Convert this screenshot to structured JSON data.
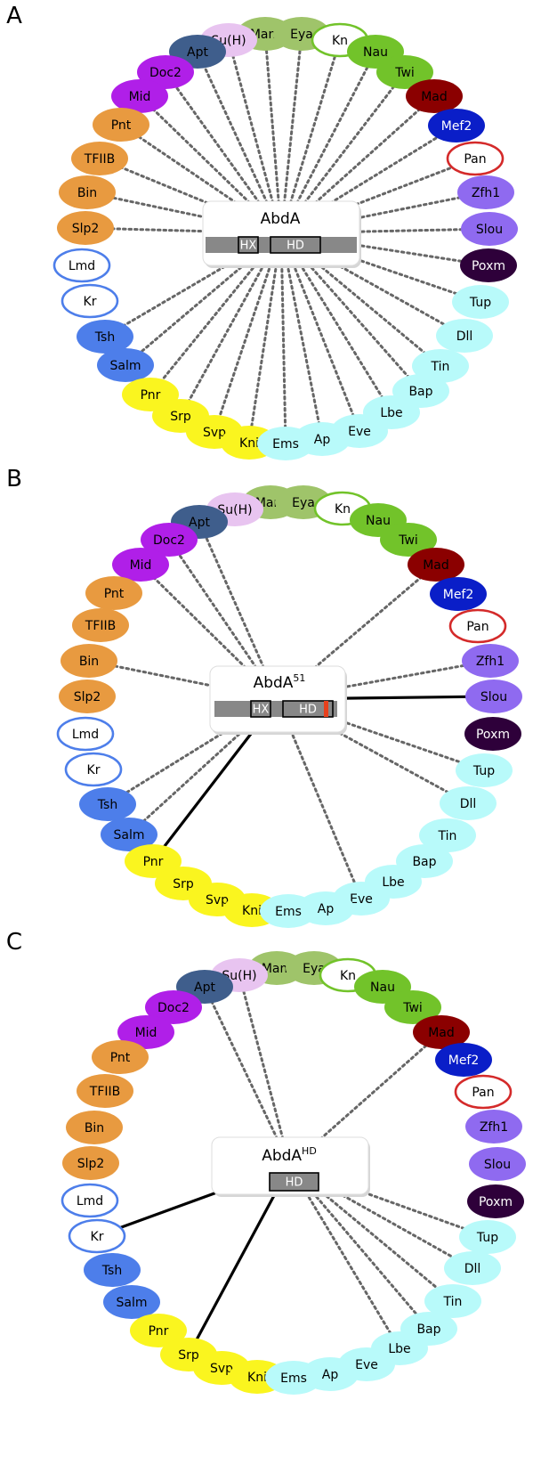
{
  "colors": {
    "orange": "#E89A40",
    "purple": "#B01FE8",
    "steel": "#3F5E8C",
    "pink": "#E8C4F0",
    "green_light": "#9FC46A",
    "green": "#72C32A",
    "dark_red": "#8B0000",
    "navy": "#0A1EC8",
    "lavender": "#8F6AF0",
    "dark_purple": "#2E003A",
    "cyan": "#B8FAFA",
    "yellow": "#FAF51F",
    "blue": "#4D7EEA",
    "outline_blue": "#4D7EEA",
    "outline_red": "#D42A2A",
    "outline_green": "#72C32A",
    "dotted": "#666666",
    "solid": "#000000",
    "domain_bar": "#888888",
    "mutation": "#E8401C"
  },
  "nodes": [
    {
      "id": "Pnt",
      "label": "Pnt",
      "color": "orange"
    },
    {
      "id": "TFIIB",
      "label": "TFIIB",
      "color": "orange"
    },
    {
      "id": "Bin",
      "label": "Bin",
      "color": "orange"
    },
    {
      "id": "Slp2",
      "label": "Slp2",
      "color": "orange"
    },
    {
      "id": "Lmd",
      "label": "Lmd",
      "color": "outline_blue",
      "outline": true
    },
    {
      "id": "Kr",
      "label": "Kr",
      "color": "outline_blue",
      "outline": true
    },
    {
      "id": "Tsh",
      "label": "Tsh",
      "color": "blue"
    },
    {
      "id": "Salm",
      "label": "Salm",
      "color": "blue"
    },
    {
      "id": "Pnr",
      "label": "Pnr",
      "color": "yellow"
    },
    {
      "id": "Srp",
      "label": "Srp",
      "color": "yellow"
    },
    {
      "id": "Svp",
      "label": "Svp",
      "color": "yellow"
    },
    {
      "id": "Kni",
      "label": "Kni",
      "color": "yellow"
    },
    {
      "id": "Ems",
      "label": "Ems",
      "color": "cyan"
    },
    {
      "id": "Ap",
      "label": "Ap",
      "color": "cyan"
    },
    {
      "id": "Eve",
      "label": "Eve",
      "color": "cyan"
    },
    {
      "id": "Lbe",
      "label": "Lbe",
      "color": "cyan"
    },
    {
      "id": "Bap",
      "label": "Bap",
      "color": "cyan"
    },
    {
      "id": "Tin",
      "label": "Tin",
      "color": "cyan"
    },
    {
      "id": "Dll",
      "label": "Dll",
      "color": "cyan"
    },
    {
      "id": "Tup",
      "label": "Tup",
      "color": "cyan"
    },
    {
      "id": "Poxm",
      "label": "Poxm",
      "color": "dark_purple",
      "light_text": true
    },
    {
      "id": "Slou",
      "label": "Slou",
      "color": "lavender"
    },
    {
      "id": "Zfh1",
      "label": "Zfh1",
      "color": "lavender"
    },
    {
      "id": "Pan",
      "label": "Pan",
      "color": "outline_red",
      "outline": true
    },
    {
      "id": "Mef2",
      "label": "Mef2",
      "color": "navy",
      "light_text": true
    },
    {
      "id": "Mad",
      "label": "Mad",
      "color": "dark_red"
    },
    {
      "id": "Twi",
      "label": "Twi",
      "color": "green"
    },
    {
      "id": "Nau",
      "label": "Nau",
      "color": "green"
    },
    {
      "id": "Kn",
      "label": "Kn",
      "color": "outline_green",
      "outline": true
    },
    {
      "id": "Eya",
      "label": "Eya",
      "color": "green_light"
    },
    {
      "id": "Mam",
      "label": "Mam",
      "color": "green_light"
    },
    {
      "id": "SuH",
      "label": "Su(H)",
      "color": "pink"
    },
    {
      "id": "Apt",
      "label": "Apt",
      "color": "steel"
    },
    {
      "id": "Doc2",
      "label": "Doc2",
      "color": "purple"
    },
    {
      "id": "Mid",
      "label": "Mid",
      "color": "purple"
    }
  ],
  "panels": [
    {
      "letter": "A",
      "center_title": "AbdA",
      "center_sup": "",
      "domains": [
        "HX",
        "HD"
      ],
      "mutation_mark": false,
      "dotted": [
        "SuH",
        "Mam",
        "Eya",
        "Kn",
        "Nau",
        "Twi",
        "Mad",
        "Mef2",
        "Pan",
        "Zfh1",
        "Slou",
        "Poxm",
        "Tup",
        "Dll",
        "Tin",
        "Bap",
        "Lbe",
        "Eve",
        "Ap",
        "Ems",
        "Kni",
        "Svp",
        "Srp",
        "Pnr",
        "Salm",
        "Tsh",
        "Slp2",
        "Bin",
        "TFIIB",
        "Pnt",
        "Mid",
        "Doc2",
        "Apt"
      ],
      "solid": []
    },
    {
      "letter": "B",
      "center_title": "AbdA",
      "center_sup": "51",
      "domains": [
        "HX",
        "HD"
      ],
      "mutation_mark": true,
      "dotted": [
        "Mad",
        "Zfh1",
        "Tup",
        "Dll",
        "Eve",
        "Tsh",
        "Salm",
        "Bin",
        "Mid",
        "Doc2",
        "Apt"
      ],
      "solid": [
        "Slou",
        "Pnr"
      ]
    },
    {
      "letter": "C",
      "center_title": "AbdA",
      "center_sup": "HD",
      "domains": [
        "HD"
      ],
      "mutation_mark": false,
      "dotted": [
        "Mad",
        "Tup",
        "Dll",
        "Tin",
        "Bap",
        "Lbe",
        "Apt",
        "SuH"
      ],
      "solid": [
        "Kr",
        "Srp"
      ]
    }
  ]
}
